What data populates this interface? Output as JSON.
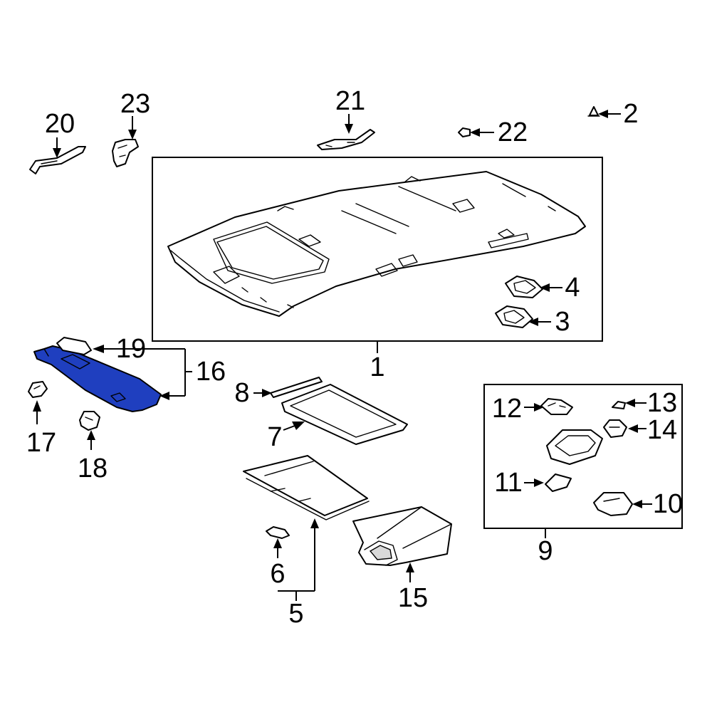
{
  "diagram": {
    "highlight_color": "#1f3fbf",
    "highlighted_part": "16",
    "callouts": {
      "c1": "1",
      "c2": "2",
      "c3": "3",
      "c4": "4",
      "c5": "5",
      "c6": "6",
      "c7": "7",
      "c8": "8",
      "c9": "9",
      "c10": "10",
      "c11": "11",
      "c12": "12",
      "c13": "13",
      "c14": "14",
      "c15": "15",
      "c16": "16",
      "c17": "17",
      "c18": "18",
      "c19": "19",
      "c20": "20",
      "c21": "21",
      "c22": "22",
      "c23": "23"
    }
  }
}
